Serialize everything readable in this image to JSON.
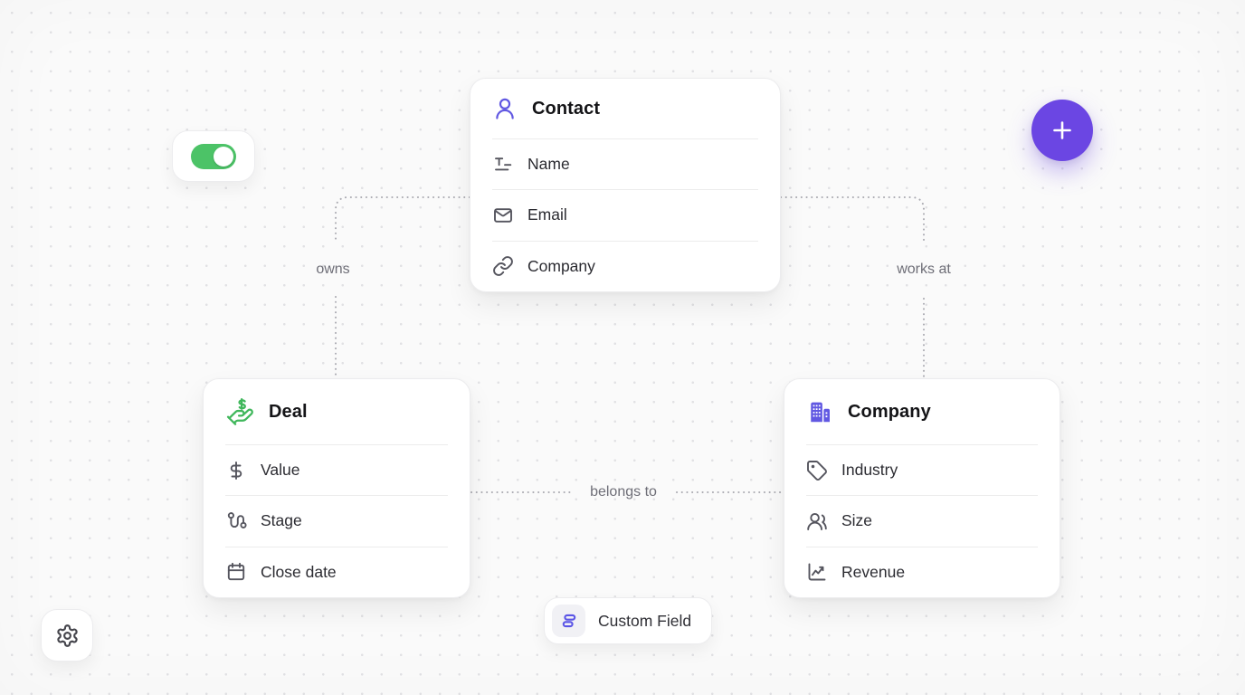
{
  "app": {
    "type": "crm-schema-canvas"
  },
  "colors": {
    "canvas_bg": "#fafafa",
    "grid_dot": "#e1e1e4",
    "card_bg": "#ffffff",
    "card_border": "#ececee",
    "title_text": "#141417",
    "field_text": "#2b2b31",
    "field_icon": "#55555e",
    "connector": "#a9a9b0",
    "connector_label": "#6e6e77",
    "accent_purple": "#6b46e3",
    "entity_purple": "#6158e2",
    "entity_green": "#3fb75b",
    "toggle_green": "#4cc367"
  },
  "toolbar": {
    "toggle": {
      "state": "on"
    },
    "fab": {
      "icon": "plus"
    },
    "settings": {
      "icon": "gear"
    },
    "custom_field": {
      "label": "Custom Field",
      "icon": "field-rows"
    }
  },
  "entities": [
    {
      "title": "Contact",
      "icon": "user",
      "fields": [
        {
          "icon": "text",
          "label": "Name"
        },
        {
          "icon": "mail",
          "label": "Email"
        },
        {
          "icon": "link",
          "label": "Company"
        }
      ]
    },
    {
      "title": "Deal",
      "icon": "hand-dollar",
      "fields": [
        {
          "icon": "dollar",
          "label": "Value"
        },
        {
          "icon": "route",
          "label": "Stage"
        },
        {
          "icon": "calendar",
          "label": "Close date"
        }
      ]
    },
    {
      "title": "Company",
      "icon": "building",
      "fields": [
        {
          "icon": "tag",
          "label": "Industry"
        },
        {
          "icon": "users",
          "label": "Size"
        },
        {
          "icon": "chart",
          "label": "Revenue"
        }
      ]
    }
  ],
  "relationships": [
    {
      "label": "owns",
      "from": "Contact",
      "to": "Deal"
    },
    {
      "label": "works at",
      "from": "Contact",
      "to": "Company"
    },
    {
      "label": "belongs to",
      "from": "Deal",
      "to": "Company"
    }
  ]
}
